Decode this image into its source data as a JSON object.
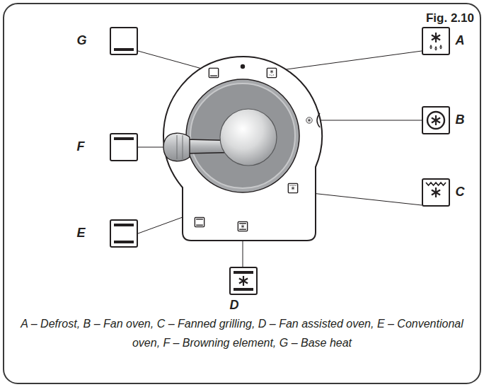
{
  "diagram": {
    "caption": "A – Defrost, B – Fan oven, C – Fanned grilling, D – Fan assisted oven, E – Conventional oven, F – Browning element, G – Base heat",
    "nodes": [
      {
        "text": [
          "G"
        ]
      },
      {
        "text": [
          "A"
        ]
      },
      {
        "text": [
          "F"
        ]
      },
      {
        "text": [
          "B"
        ]
      },
      {
        "text": [
          "E"
        ]
      },
      {
        "text": [
          "C"
        ]
      },
      {
        "text": [
          "D"
        ]
      }
    ],
    "labels": [
      "Fig. 2.10"
    ]
  }
}
